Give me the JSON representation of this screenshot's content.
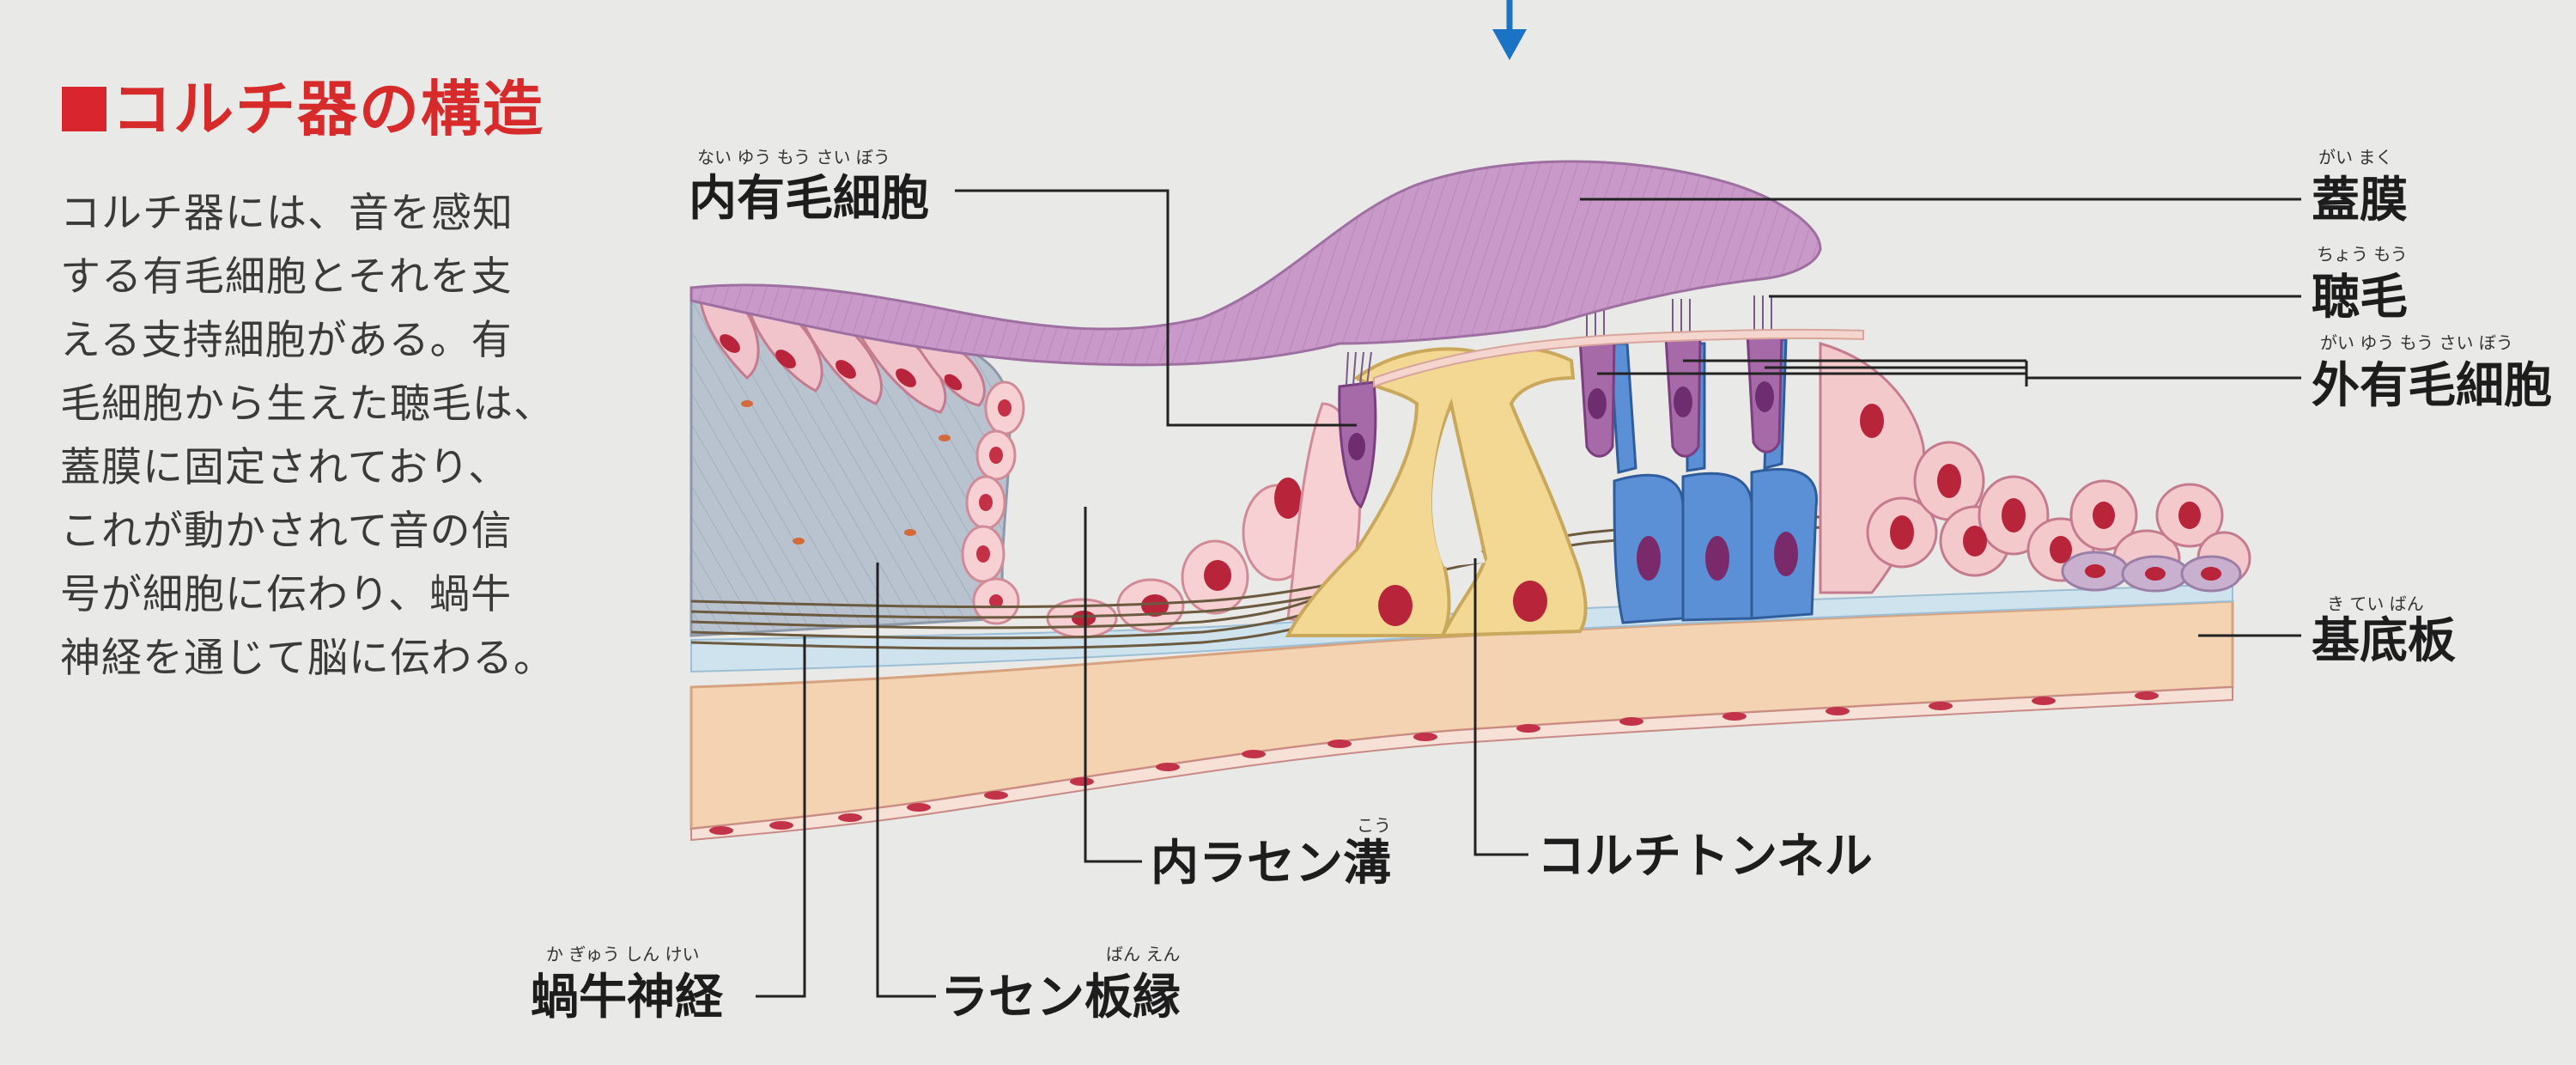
{
  "title": "コルチ器の構造",
  "description_lines": [
    "コルチ器には、音を感知",
    "する有毛細胞とそれを支",
    "える支持細胞がある。有",
    "毛細胞から生えた聴毛は、",
    "蓋膜に固定されており、",
    "これが動かされて音の信",
    "号が細胞に伝わり、蝸牛",
    "神経を通じて脳に伝わる。"
  ],
  "labels": {
    "inner_hair_cell": {
      "text": "内有毛細胞",
      "ruby": "ない ゆう もう さい ぼう"
    },
    "tectorial_membrane": {
      "text": "蓋膜",
      "ruby": "がい まく"
    },
    "stereocilia": {
      "text": "聴毛",
      "ruby": "ちょう もう"
    },
    "outer_hair_cell": {
      "text": "外有毛細胞",
      "ruby": "がい ゆう もう さい ぼう"
    },
    "basilar_membrane": {
      "text": "基底板",
      "ruby": "き てい ばん"
    },
    "inner_spiral_sulcus": {
      "text": "内ラセン溝",
      "ruby": "こう"
    },
    "tunnel_of_corti": {
      "text": "コルチトンネル",
      "ruby": ""
    },
    "cochlear_nerve": {
      "text": "蝸牛神経",
      "ruby": "か ぎゅう しん けい"
    },
    "spiral_limbus": {
      "text": "ラセン板縁",
      "ruby": "ばん えん"
    }
  },
  "colors": {
    "title_red": "#d9262e",
    "arrow_blue": "#1a73c4",
    "tectorial": "#c99ac9",
    "limbus": "#b9c3d0",
    "pillar_yellow": "#f2d892",
    "outer_support_blue": "#5b8fd6",
    "base_tan": "#f3d3b2",
    "cell_pink": "#f4c9cc",
    "nucleus_red": "#b8253a",
    "hair_cell_purple": "#a66aa8"
  }
}
